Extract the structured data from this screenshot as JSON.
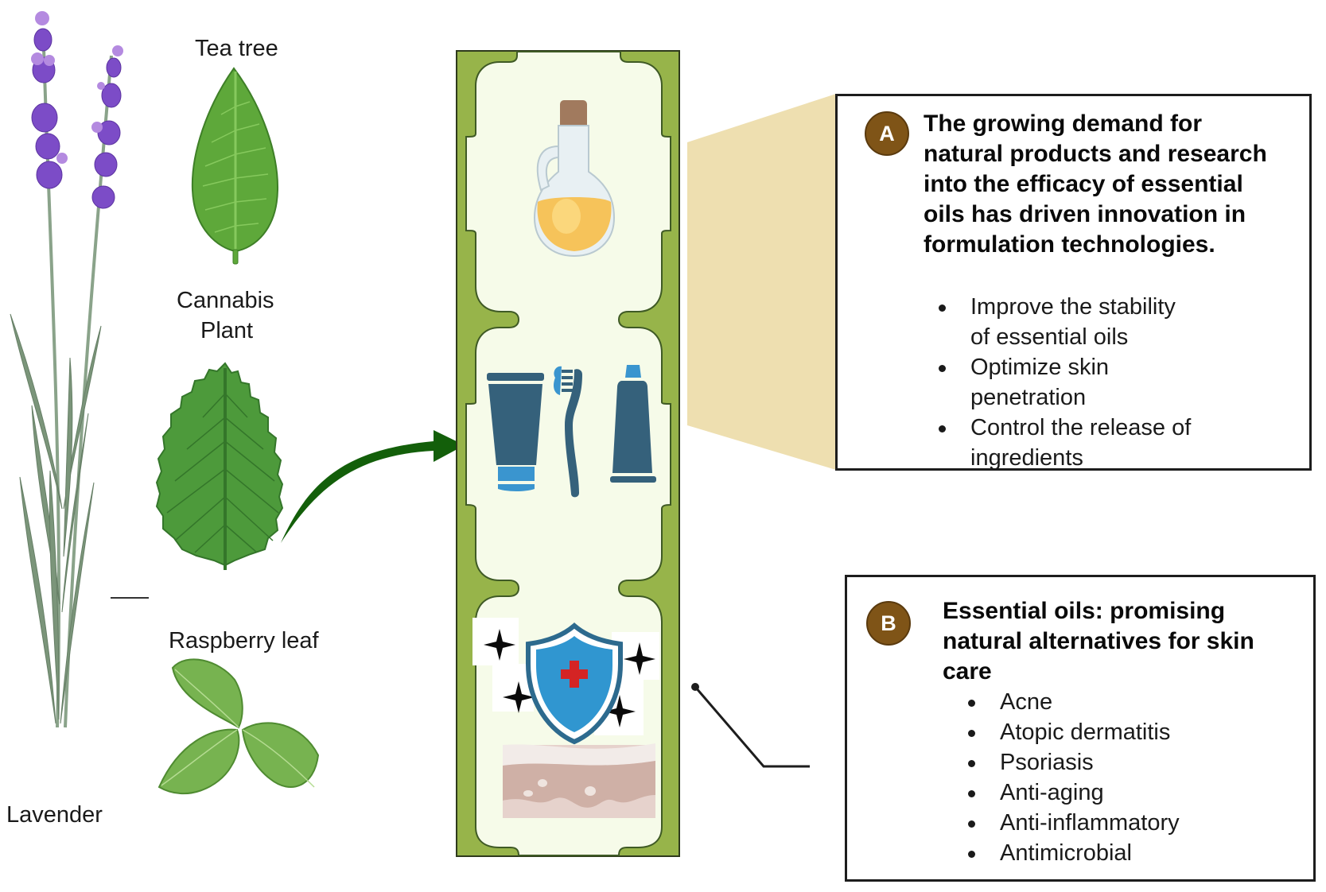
{
  "plants": {
    "tea_tree": "Tea tree",
    "cannabis_line1": "Cannabis",
    "cannabis_line2": "Plant",
    "raspberry": "Raspberry leaf",
    "lavender": "Lavender"
  },
  "column": {
    "cells": [
      "oil-bottle",
      "oral-care-products",
      "skin-protection"
    ]
  },
  "colors": {
    "column_green": "#97b44a",
    "cell_fill": "#f6fbe9",
    "arrow_green": "#135f0a",
    "connector_tan": "#eedfb0",
    "badge_brown": "#7f5417",
    "product_navy": "#35617b",
    "product_blue": "#3a95cf"
  },
  "box_a": {
    "badge": "A",
    "title_lines": [
      "The growing demand for",
      "natural products and research",
      "into the efficacy of essential",
      "oils has driven innovation in",
      "formulation technologies."
    ],
    "bullets": [
      {
        "line1": "Improve the stability",
        "line2": "of essential oils"
      },
      {
        "line1": "Optimize skin",
        "line2": "penetration"
      },
      {
        "line1": "Control the release of",
        "line2": "ingredients"
      }
    ]
  },
  "box_b": {
    "badge": "B",
    "title_lines": [
      "Essential oils: promising",
      "natural alternatives for skin",
      "care"
    ],
    "bullets": [
      "Acne",
      "Atopic dermatitis",
      "Psoriasis",
      "Anti-aging",
      "Anti-inflammatory",
      "Antimicrobial"
    ]
  }
}
